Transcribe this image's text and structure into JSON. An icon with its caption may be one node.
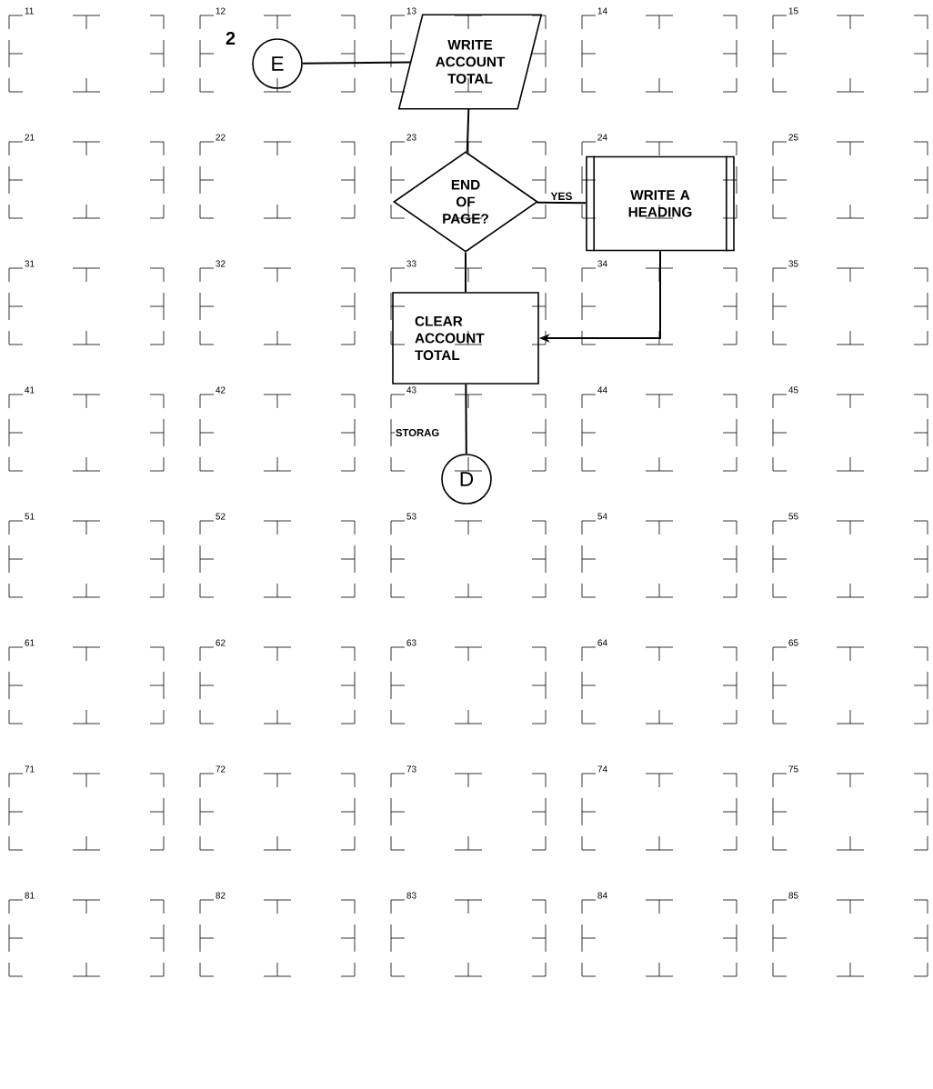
{
  "diagram": {
    "nodes": [
      {
        "text": [
          "E"
        ]
      },
      {
        "text": [
          "WRITE ACCOUNT TOTAL"
        ]
      },
      {
        "text": [
          "END OF PAGE?"
        ]
      },
      {
        "text": [
          "WRITE A HEADING"
        ]
      },
      {
        "text": [
          "CLEAR ACCOUNT TOTAL"
        ]
      },
      {
        "text": [
          "D"
        ]
      }
    ],
    "edges": [
      {
        "from": 0,
        "to": 1,
        "arrow": "none"
      },
      {
        "from": 1,
        "to": 2,
        "arrow": "none"
      },
      {
        "from": 2,
        "to": 3,
        "arrow": "none",
        "label": "YES"
      },
      {
        "from": 2,
        "to": 4,
        "arrow": "none"
      },
      {
        "from": 3,
        "to": 4,
        "arrow": "to"
      },
      {
        "from": 4,
        "to": 5,
        "arrow": "none"
      }
    ],
    "labels": [
      "11",
      "12",
      "2",
      "13",
      "14",
      "15",
      "21",
      "22",
      "23",
      "24",
      "25",
      "31",
      "32",
      "33",
      "34",
      "35",
      "41",
      "42",
      "43",
      "STORAG",
      "44",
      "45",
      "51",
      "52",
      "53",
      "54",
      "55",
      "61",
      "62",
      "63",
      "64",
      "65",
      "71",
      "72",
      "73",
      "74",
      "75",
      "81",
      "82",
      "83",
      "84",
      "85"
    ]
  }
}
